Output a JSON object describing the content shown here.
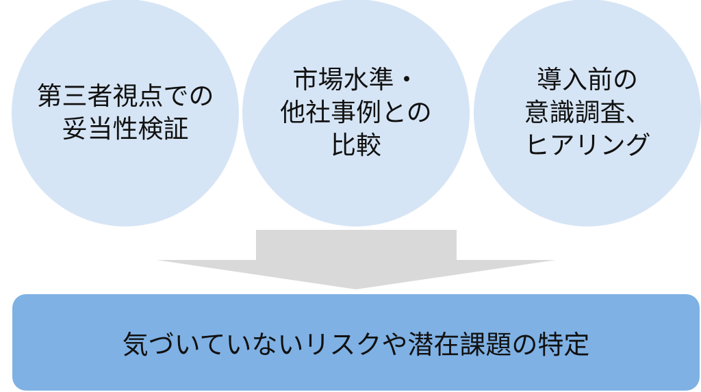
{
  "circles": [
    {
      "lines": [
        "第三者視点での",
        "妥当性検証"
      ]
    },
    {
      "lines": [
        "市場水準・",
        "他社事例との",
        "比較"
      ]
    },
    {
      "lines": [
        "導入前の",
        "意識調査、",
        "ヒアリング"
      ]
    }
  ],
  "result": {
    "label": "気づいていないリスクや潜在課題の特定"
  },
  "colors": {
    "circle": "#d6e5f5",
    "arrow": "#d9d9d9",
    "result_box": "#7fb1e4"
  }
}
